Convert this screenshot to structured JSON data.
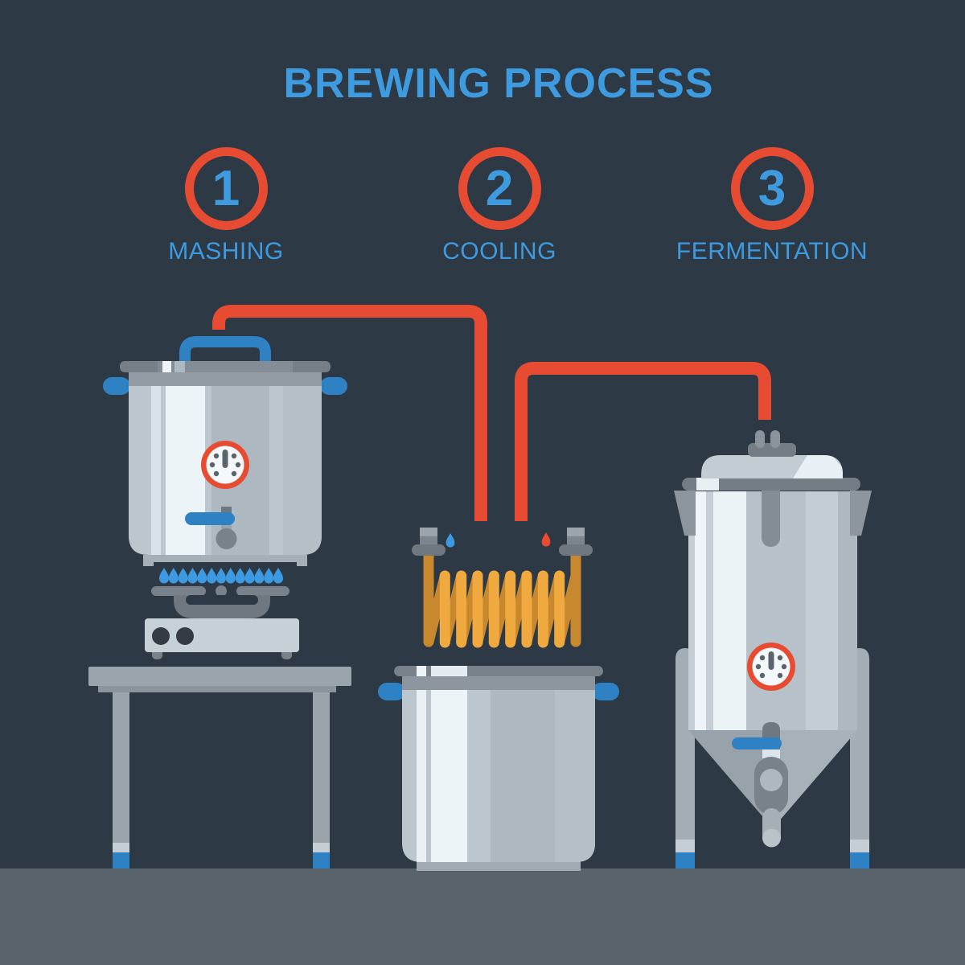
{
  "title": "BREWING PROCESS",
  "steps": [
    {
      "number": "1",
      "label": "MASHING"
    },
    {
      "number": "2",
      "label": "COOLING"
    },
    {
      "number": "3",
      "label": "FERMENTATION"
    }
  ],
  "icons": {
    "step_badge": "numbered-circle-icon",
    "gauge": "pressure-gauge-icon",
    "cold_drop": "water-drop-icon",
    "hot_drop": "hot-wort-drop-icon",
    "flames": "gas-flame-icon"
  },
  "colors": {
    "background": "#2d3944",
    "floor": "#59636c",
    "accent_blue": "#3f9bdf",
    "handle_blue": "#2e82c4",
    "accent_red": "#e74c33",
    "copper": "#efa93f",
    "copper_dark": "#c8882e",
    "flame_blue": "#3d9ae0"
  }
}
